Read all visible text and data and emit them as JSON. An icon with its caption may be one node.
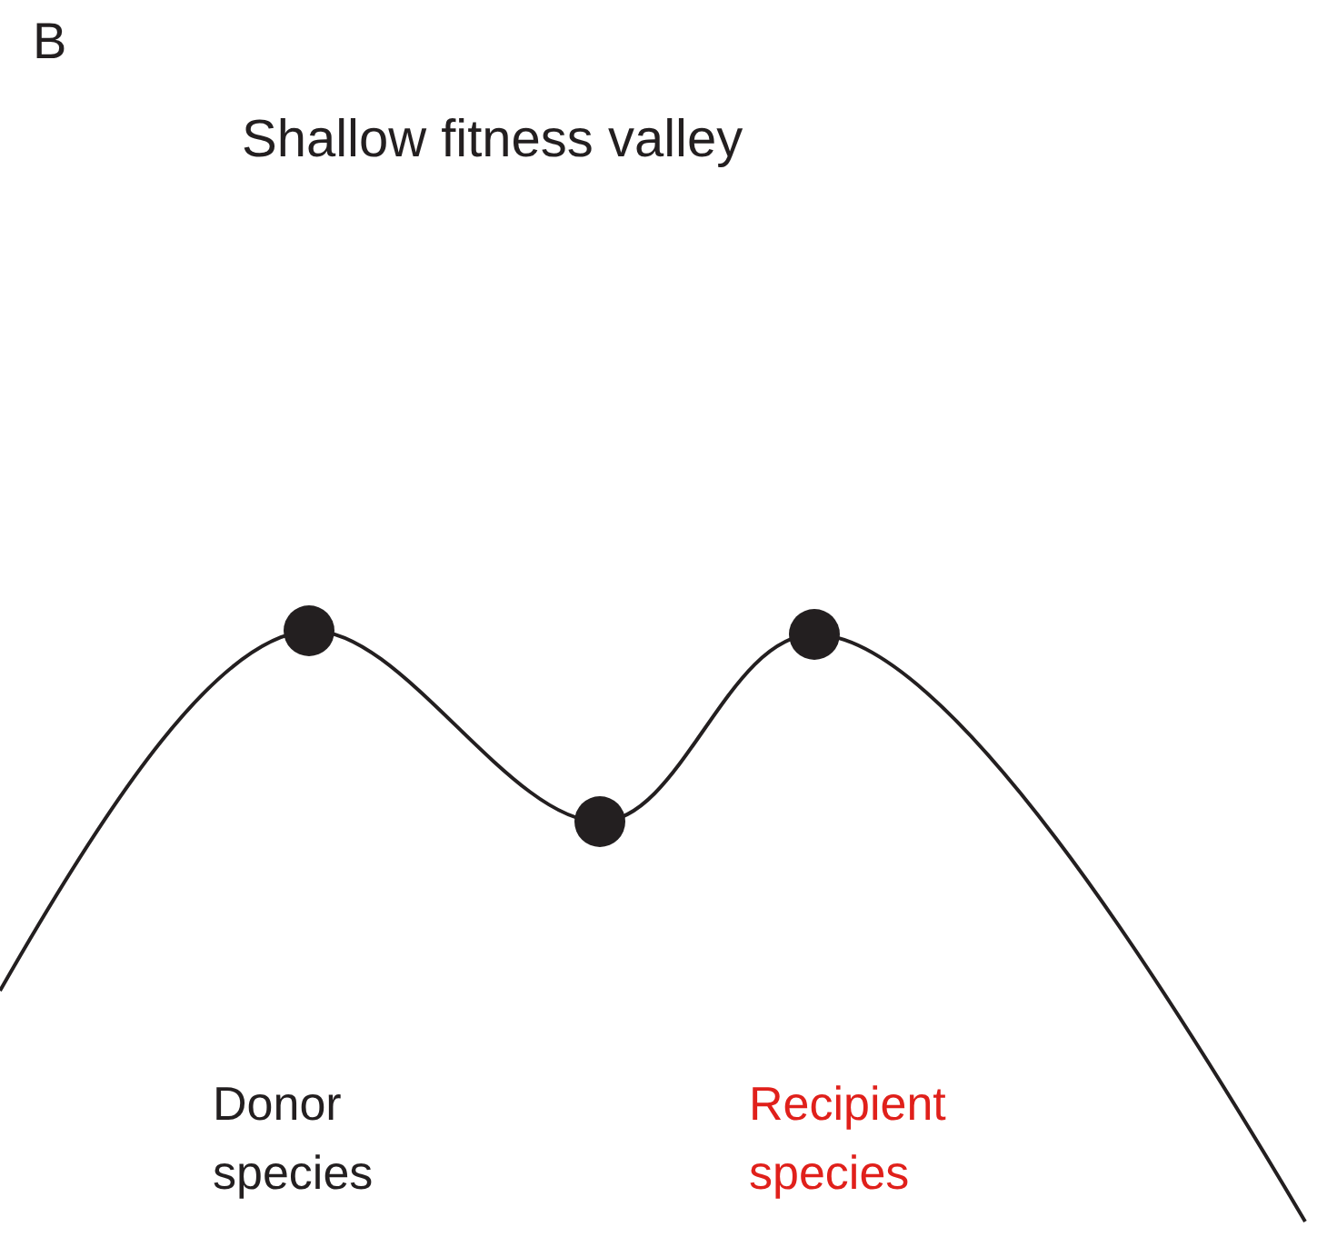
{
  "diagram": {
    "title": "Shallow fitness valley",
    "labels": [
      "B",
      "Donor species",
      "Recipient species"
    ]
  }
}
